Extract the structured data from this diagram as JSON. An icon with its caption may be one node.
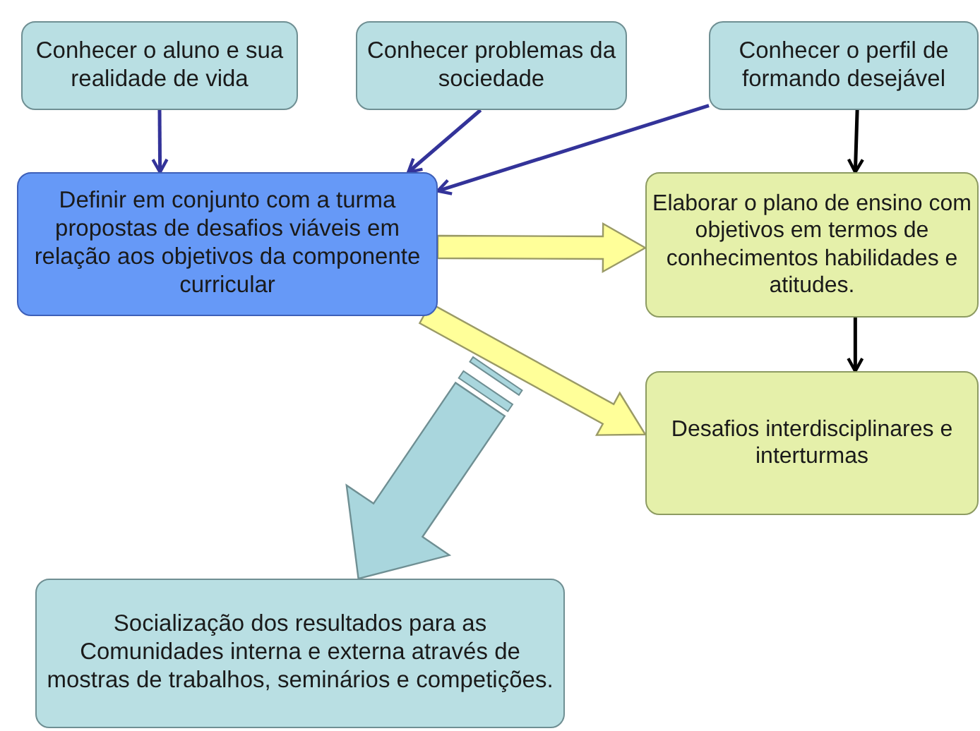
{
  "diagram": {
    "nodes": [
      {
        "text": [
          "Conhecer o aluno e sua realidade de vida"
        ]
      },
      {
        "text": [
          "Conhecer problemas da sociedade"
        ]
      },
      {
        "text": [
          "Conhecer o perfil de formando desejável"
        ]
      },
      {
        "text": [
          "Definir em conjunto com a turma propostas de desafios viáveis em relação aos objetivos da componente curricular"
        ]
      },
      {
        "text": [
          "Elaborar o plano de ensino com objetivos em termos de conhecimentos habilidades e atitudes."
        ]
      },
      {
        "text": [
          "Desafios interdisciplinares e interturmas"
        ]
      },
      {
        "text": [
          "Socialização dos resultados para as Comunidades interna e externa através de mostras de trabalhos, seminários e competições."
        ]
      }
    ],
    "edges": [
      {
        "from": 0,
        "to": 3,
        "arrow": "to"
      },
      {
        "from": 1,
        "to": 3,
        "arrow": "to"
      },
      {
        "from": 2,
        "to": 3,
        "arrow": "to"
      },
      {
        "from": 2,
        "to": 4,
        "arrow": "to",
        "color": "#000000"
      },
      {
        "from": 3,
        "to": 4,
        "arrow": "to",
        "style": "thick",
        "color": "#ffff99"
      },
      {
        "from": 3,
        "to": 5,
        "arrow": "to",
        "style": "thick",
        "color": "#ffff99"
      },
      {
        "from": 4,
        "to": 5,
        "arrow": "to",
        "color": "#000000"
      },
      {
        "from": null,
        "to": 6,
        "arrow": "to",
        "style": "thick",
        "color": "#a9d6dd"
      }
    ]
  }
}
